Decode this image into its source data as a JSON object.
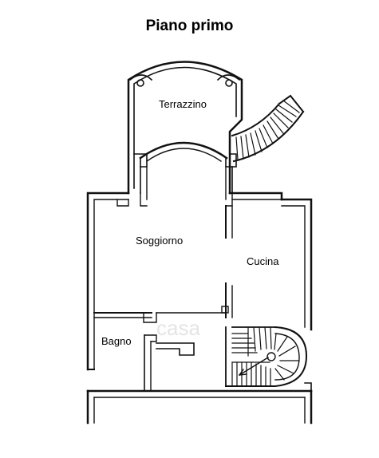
{
  "title": "Piano primo",
  "rooms": {
    "terrace": "Terrazzino",
    "living": "Soggiorno",
    "kitchen": "Cucina",
    "bath": "Bagno"
  },
  "watermark": "casa",
  "colors": {
    "wall": "#111111",
    "background": "#ffffff",
    "watermark": "#cfcfcf"
  }
}
